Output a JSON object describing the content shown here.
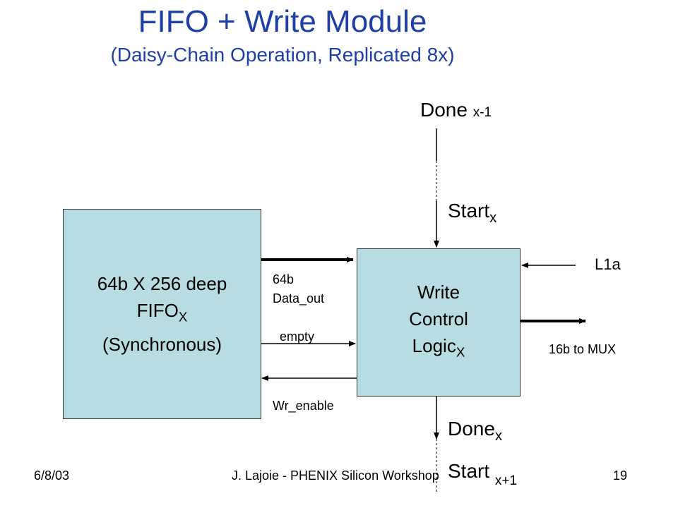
{
  "title": "FIFO + Write Module",
  "subtitle": "(Daisy-Chain Operation, Replicated 8x)",
  "fifo_block": {
    "line1": "64b X 256 deep",
    "line2_main": "FIFO",
    "line2_sub": "X",
    "line3": "(Synchronous)"
  },
  "write_block": {
    "line1": "Write",
    "line2": "Control",
    "line3_main": "Logic",
    "line3_sub": "X"
  },
  "signals": {
    "data_out_line1": "64b",
    "data_out_line2": "Data_out",
    "empty": "empty",
    "wr_enable": "Wr_enable",
    "l1a": "L1a",
    "to_mux": "16b to MUX",
    "done_prev_main": "Done",
    "done_prev_sub": "x-1",
    "start_main": "Start",
    "start_sub": "x",
    "done_main": "Done",
    "done_sub": "x",
    "start_next_main": "Start",
    "start_next_sub": "x+1"
  },
  "footer": {
    "date": "6/8/03",
    "center": "J. Lajoie - PHENIX Silicon Workshop",
    "page": "19"
  },
  "colors": {
    "title": "#1f3fa8",
    "block_fill": "#b7dde3"
  }
}
